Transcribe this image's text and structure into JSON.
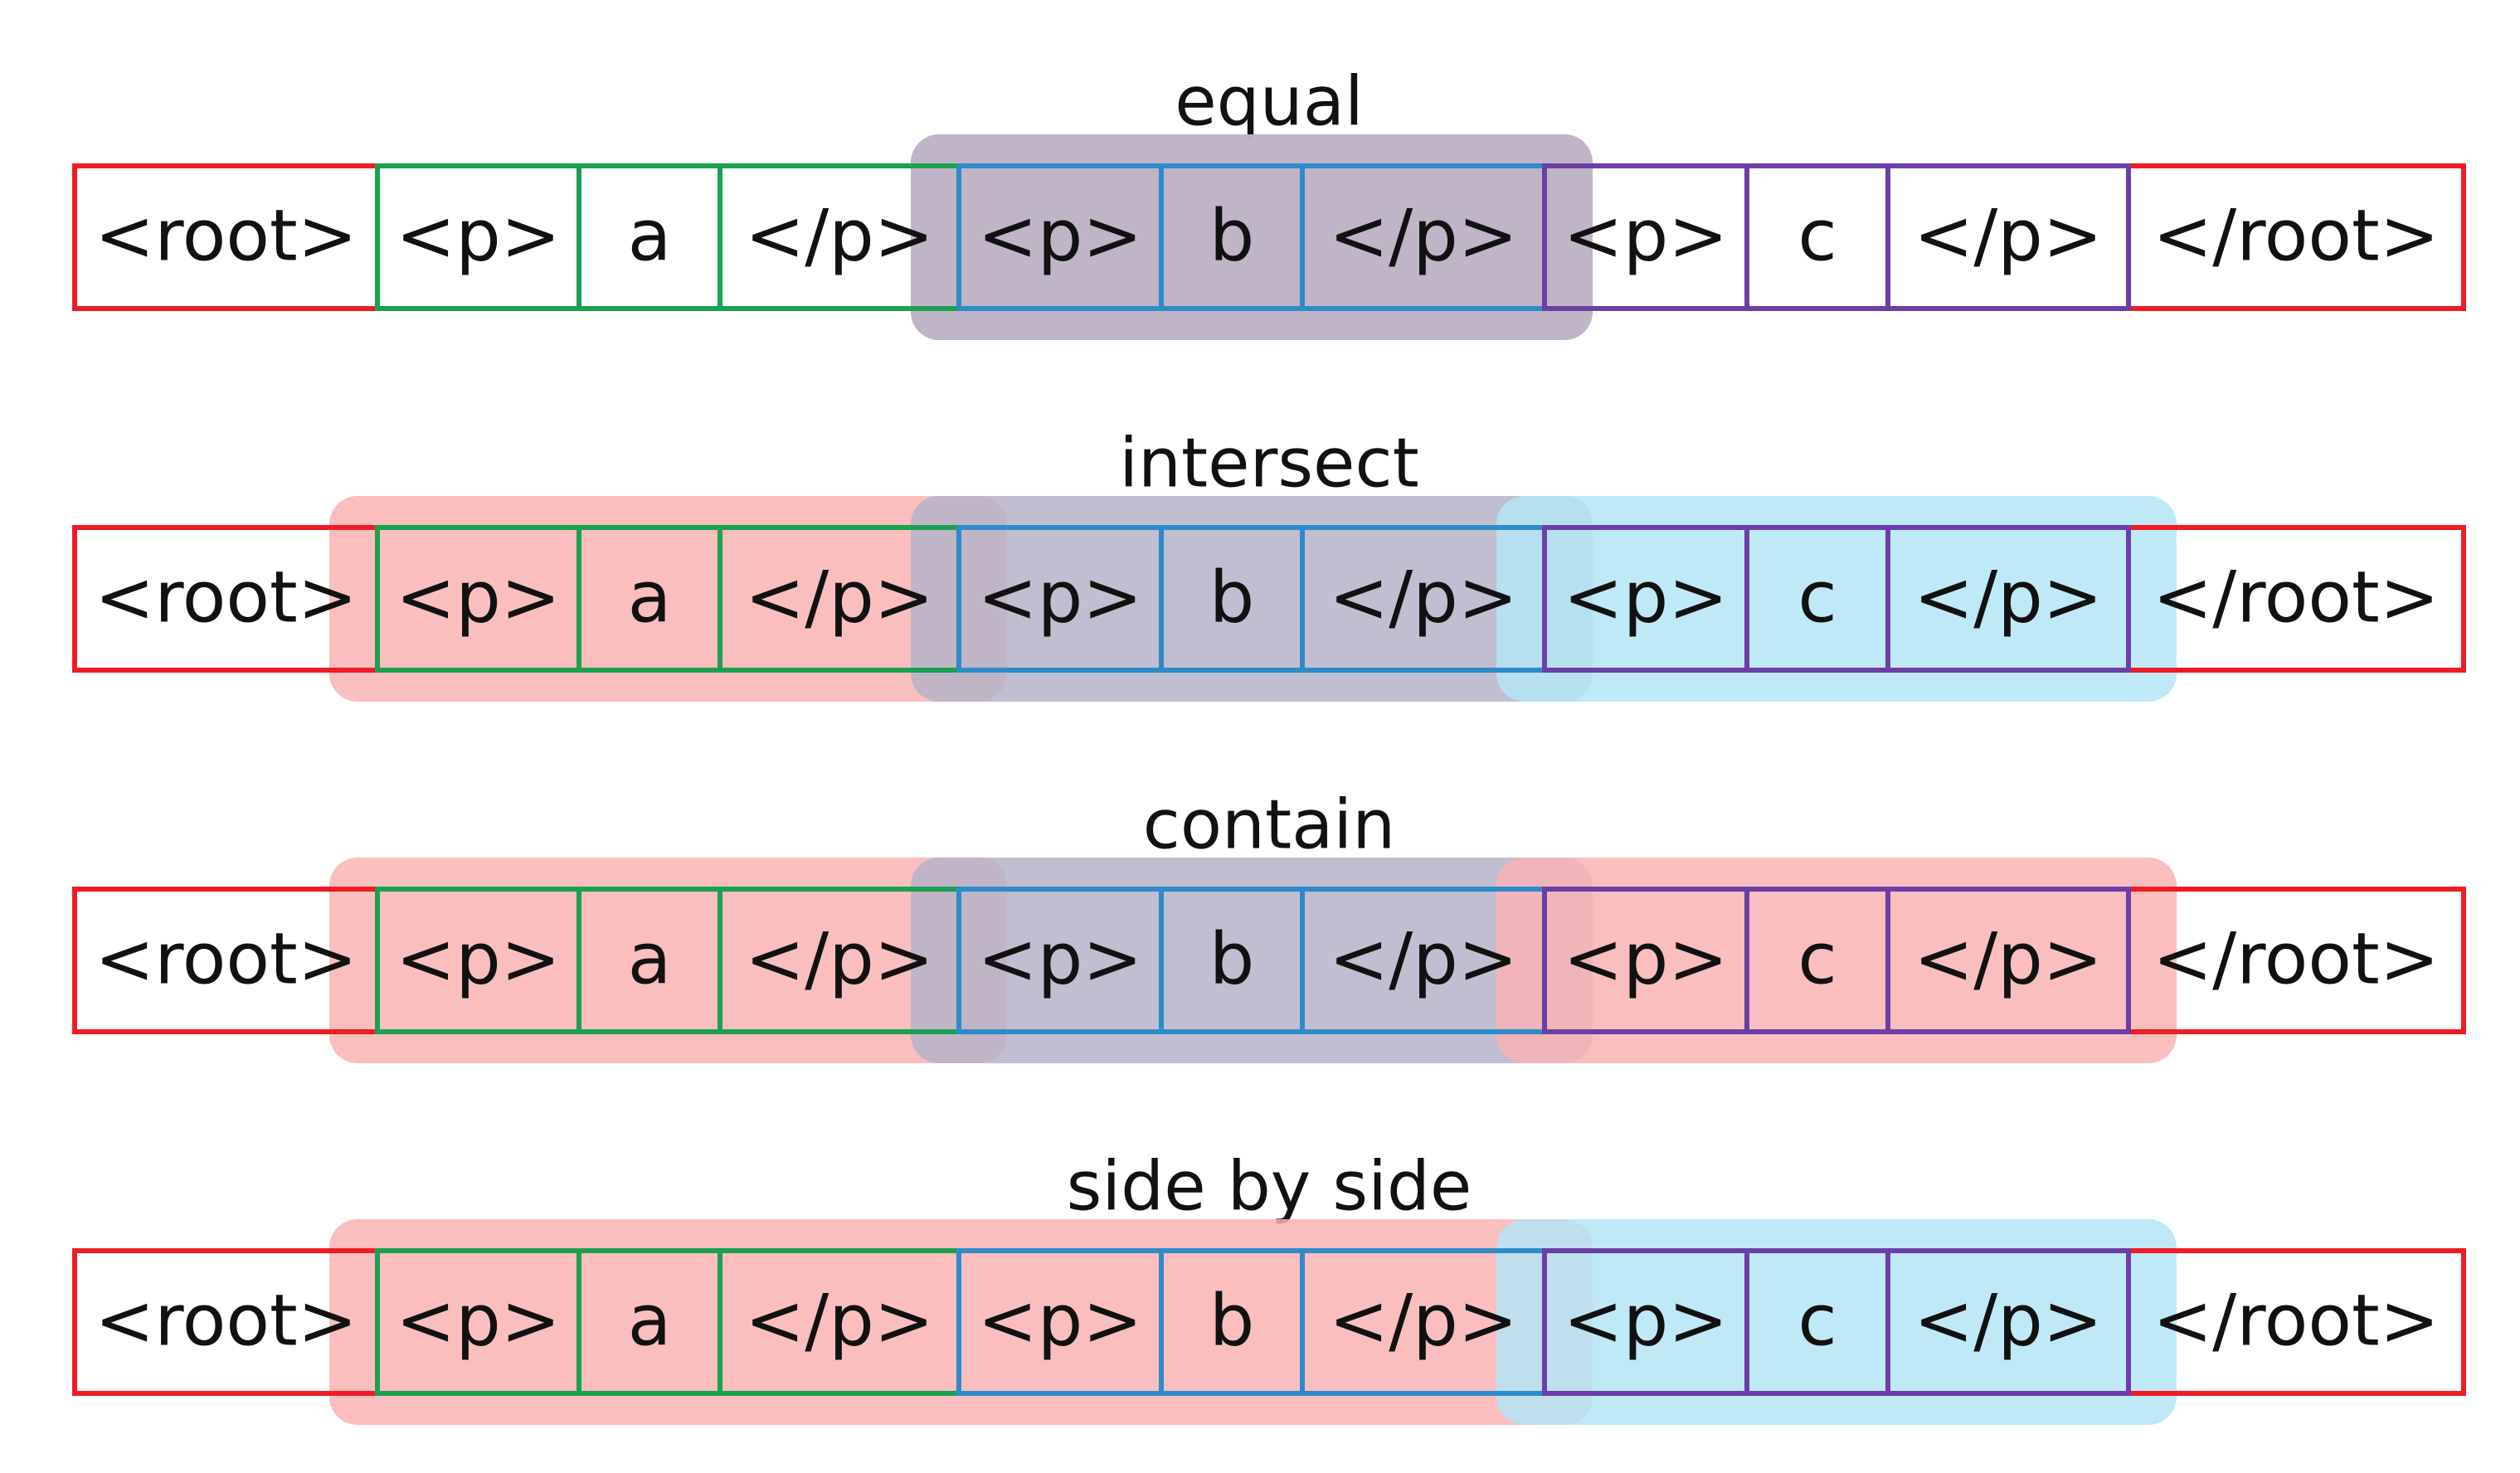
{
  "tokens": [
    {
      "text": "<root>",
      "group": "root"
    },
    {
      "text": "<p>",
      "group": "a"
    },
    {
      "text": "a",
      "group": "a"
    },
    {
      "text": "</p>",
      "group": "a"
    },
    {
      "text": "<p>",
      "group": "b"
    },
    {
      "text": "b",
      "group": "b"
    },
    {
      "text": "</p>",
      "group": "b"
    },
    {
      "text": "<p>",
      "group": "c"
    },
    {
      "text": "c",
      "group": "c"
    },
    {
      "text": "</p>",
      "group": "c"
    },
    {
      "text": "</root>",
      "group": "root"
    }
  ],
  "group_colors": {
    "root": "#ee1c25",
    "a": "#1aa150",
    "b": "#2e8bc9",
    "c": "#6b3fa5"
  },
  "highlight_colors": {
    "red": "#f9b3b4",
    "blue": "#b4e5f6",
    "overlap": "#b5b3c8"
  },
  "rows": [
    {
      "title": "equal",
      "spans": [
        {
          "color": "red",
          "from": 4,
          "to": 6
        },
        {
          "color": "overlap",
          "from": 4,
          "to": 6
        }
      ]
    },
    {
      "title": "intersect",
      "spans": [
        {
          "color": "red",
          "from": 1,
          "to": 3
        },
        {
          "color": "overlap",
          "from": 4,
          "to": 6
        },
        {
          "color": "blue",
          "from": 7,
          "to": 9
        }
      ]
    },
    {
      "title": "contain",
      "spans": [
        {
          "color": "red",
          "from": 1,
          "to": 3
        },
        {
          "color": "overlap",
          "from": 4,
          "to": 6
        },
        {
          "color": "red",
          "from": 7,
          "to": 9
        }
      ]
    },
    {
      "title": "side by side",
      "spans": [
        {
          "color": "red",
          "from": 1,
          "to": 6
        },
        {
          "color": "blue",
          "from": 7,
          "to": 9
        }
      ]
    }
  ]
}
